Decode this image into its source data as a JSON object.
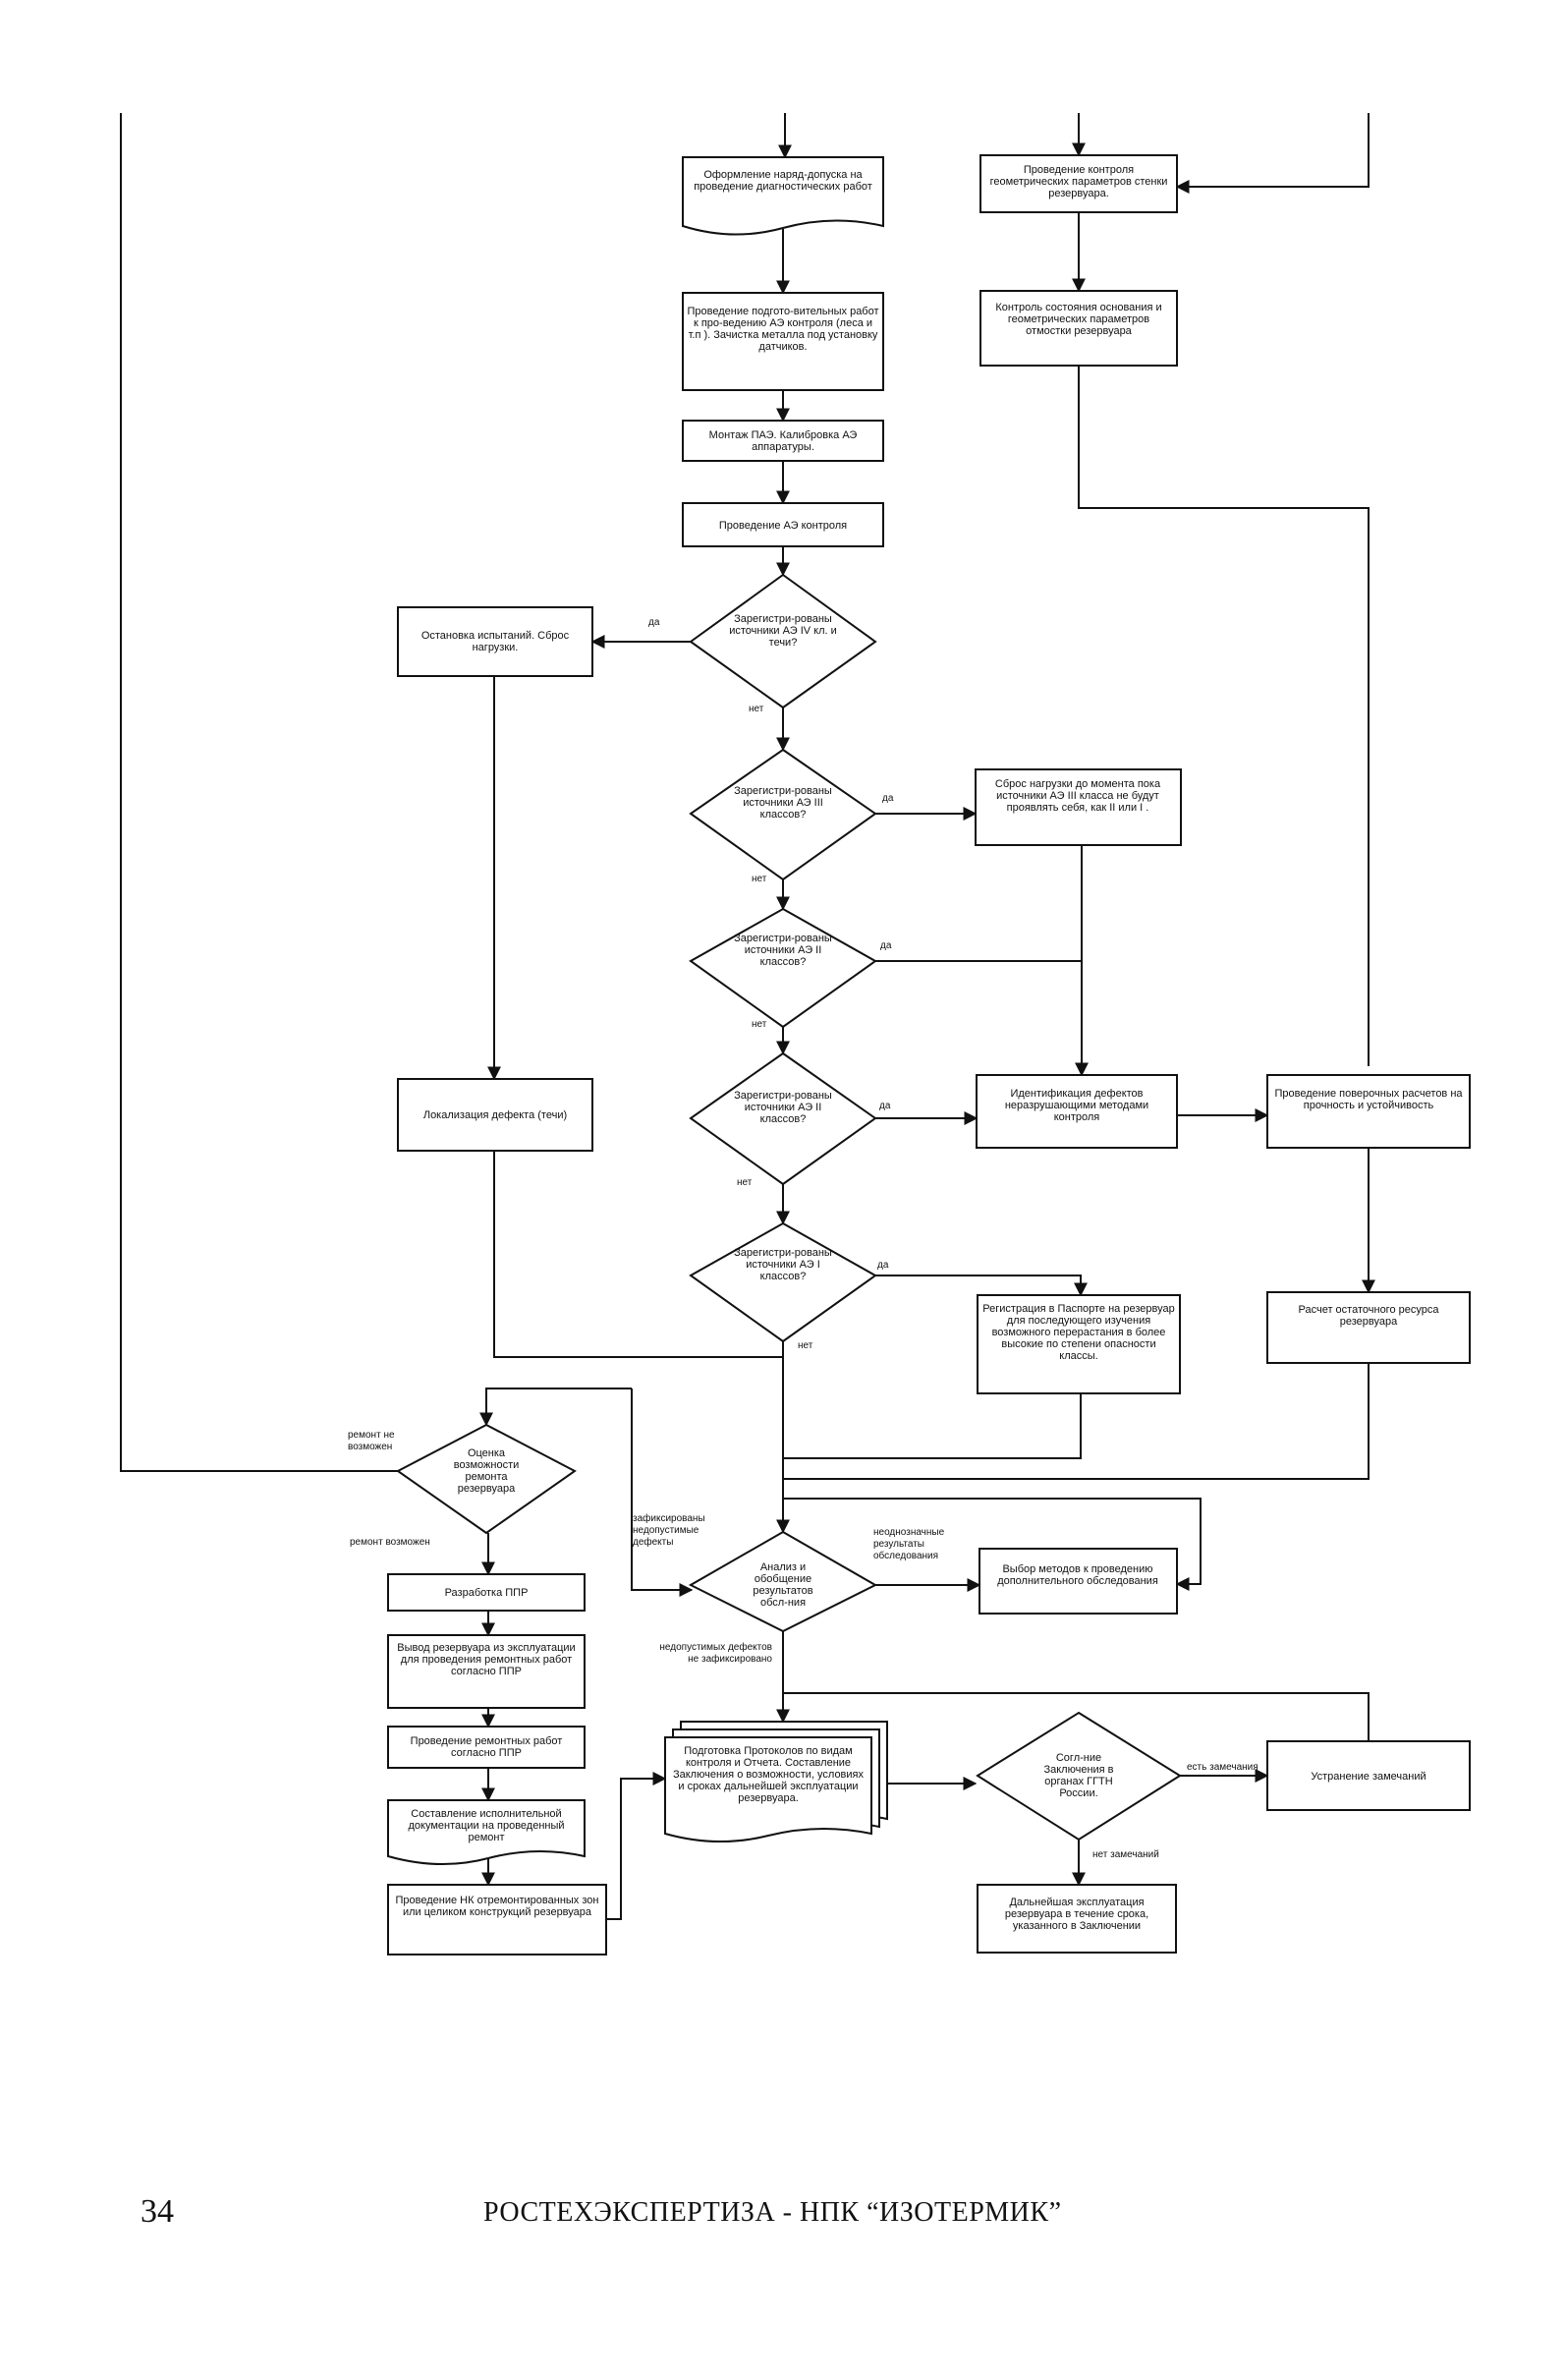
{
  "nodes": {
    "permit": "Оформление наряд-допуска на проведение диагностических работ",
    "geom_wall": "Проведение контроля геометрических параметров стенки резервуара.",
    "prep": "Проведение подгото-вительных работ к про-ведению АЭ контроля (леса и т.п ). Зачистка металла под установку датчиков.",
    "base_check": "Контроль состояния основания и геометрических параметров отмостки резервуара",
    "install": "Монтаж ПАЭ. Калибровка АЭ аппаратуры.",
    "ae_control": "Проведение АЭ контроля",
    "d_iv": "Зарегистри-рованы источники АЭ IV кл. и течи?",
    "stop": "Остановка испытаний. Сброс нагрузки.",
    "d_iii": "Зарегистри-рованы источники АЭ III классов?",
    "reset_load": "Сброс нагрузки до момента пока источники АЭ III класса не будут проявлять себя, как II или I .",
    "d_ii_a": "Зарегистри-рованы источники АЭ II классов?",
    "d_ii_b": "Зарегистри-рованы источники АЭ II классов?",
    "ndt_ident": "Идентификация дефектов неразрушающими методами контроля",
    "strength": "Проведение поверочных расчетов на прочность и устойчивость",
    "localize": "Локализация дефекта (течи)",
    "d_i": "Зарегистри-рованы источники АЭ I классов?",
    "register": "Регистрация в Паспорте на резервуар для последующего изучения возможного перерастания в более высокие по степени опасности классы.",
    "residual": "Расчет остаточного ресурса резервуара",
    "repair_eval": "Оценка возможности ремонта резервуара",
    "analysis": "Анализ и обобщение результатов обсл-ния",
    "choose_methods": "Выбор методов к проведению дополнительного обследования",
    "ppr": "Разработка ППР",
    "decommission": "Вывод резервуара из эксплуатации для проведения ремонтных работ согласно ППР",
    "repair_work": "Проведение ремонтных работ согласно ППР",
    "docs": "Составление исполнительной документации на проведенный ремонт",
    "nk_repaired": "Проведение НК отремонтированных зон или целиком конструкций резервуара",
    "report": "Подготовка Протоколов по видам контроля и Отчета. Составление Заключения о возможности, условиях и сроках дальнейшей эксплуатации резервуара.",
    "approval": "Согл-ние Заключения в органах ГГТН России.",
    "fix_remarks": "Устранение замечаний",
    "further_op": "Дальнейшая эксплуатация резервуара в течение срока, указанного в Заключении"
  },
  "edges": {
    "yes_iv": "да",
    "no_iv": "нет",
    "yes_iii": "да",
    "no_iii": "нет",
    "yes_ii_a": "да",
    "no_ii_a": "нет",
    "yes_ii_b": "да",
    "no_ii_b": "нет",
    "yes_i": "да",
    "no_i": "нет",
    "repair_impossible": "ремонт не возможен",
    "repair_possible": "ремонт возможен",
    "unacceptable_found": "зафиксированы недопустимые дефекты",
    "ambiguous": "неоднозначные результаты обследования",
    "unacceptable_none": "недопустимых дефектов не зафиксировано",
    "has_remarks": "есть замечания",
    "no_remarks": "нет замечаний"
  },
  "footer": {
    "page_number": "34",
    "title": "РОСТЕХЭКСПЕРТИЗА - НПК “ИЗОТЕРМИК”"
  }
}
